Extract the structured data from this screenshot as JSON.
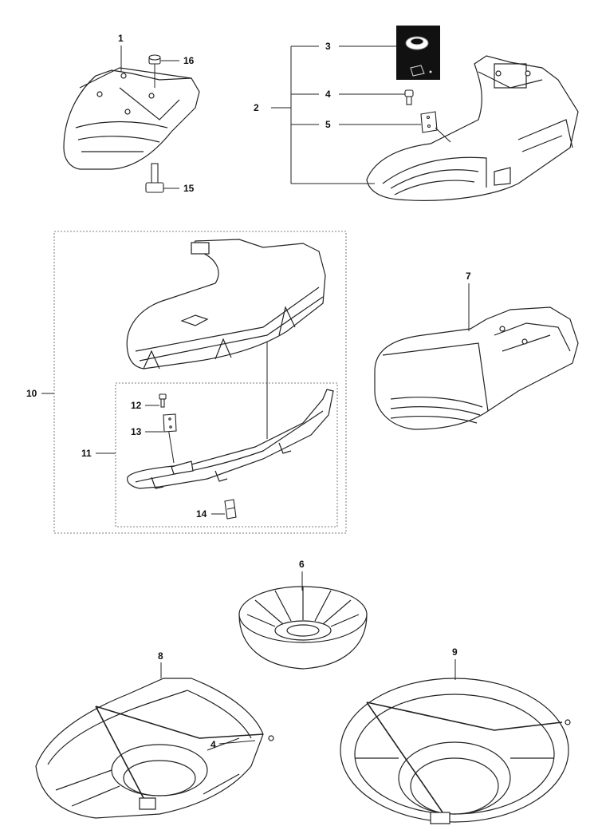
{
  "diagram": {
    "callouts": [
      "1",
      "2",
      "3",
      "4",
      "5",
      "6",
      "7",
      "8",
      "9",
      "10",
      "11",
      "12",
      "13",
      "14",
      "15",
      "16",
      "4"
    ]
  }
}
